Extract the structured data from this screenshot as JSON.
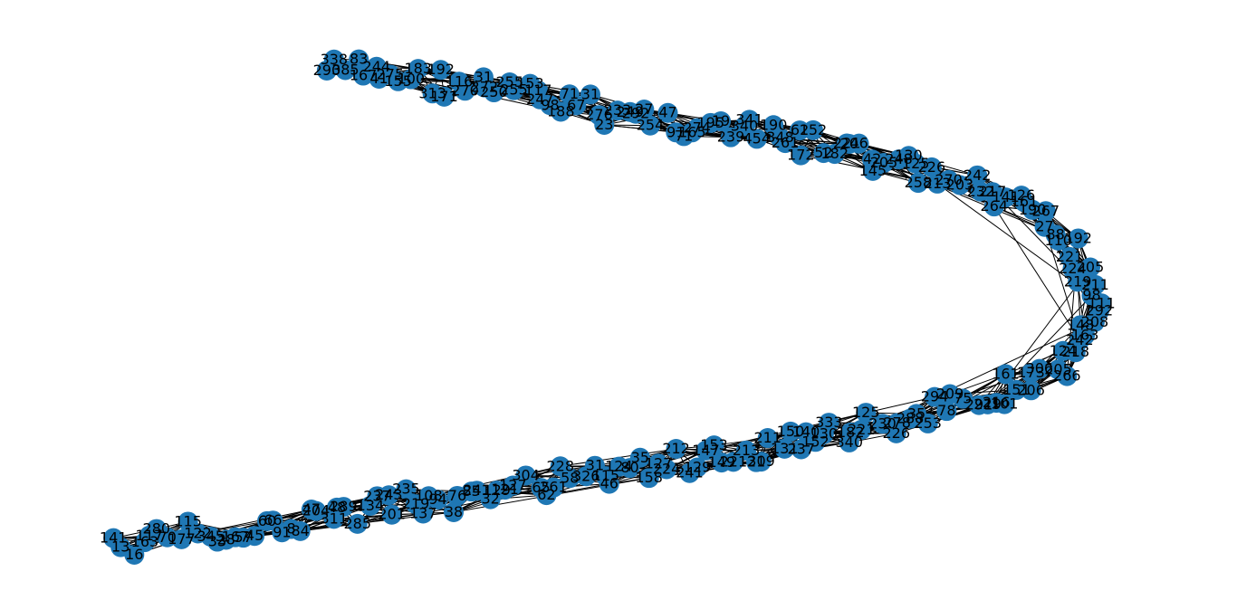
{
  "colors": {
    "node": "#1f77b4",
    "edge": "#000000",
    "label": "#000000",
    "background": "#ffffff"
  },
  "graph": {
    "layout": "band",
    "labels": [
      "290",
      "338",
      "385",
      "83",
      "167",
      "244",
      "41",
      "275",
      "155",
      "100",
      "183",
      "313",
      "192",
      "171",
      "116",
      "270",
      "31",
      "272",
      "250",
      "255",
      "255",
      "153",
      "117",
      "247",
      "98",
      "188",
      "71",
      "67",
      "31",
      "276",
      "23",
      "233",
      "249",
      "292",
      "27",
      "254",
      "47",
      "91",
      "71",
      "165",
      "274",
      "195",
      "19",
      "239",
      "340",
      "341",
      "454",
      "190",
      "348",
      "261",
      "62",
      "172",
      "152",
      "52",
      "182",
      "221",
      "20",
      "46",
      "42",
      "145",
      "205",
      "248",
      "130",
      "125",
      "258",
      "226",
      "213",
      "270",
      "203",
      "242",
      "232",
      "217",
      "264",
      "141",
      "126",
      "161",
      "190",
      "267",
      "27",
      "88",
      "110",
      "192",
      "221",
      "224",
      "205",
      "219",
      "211",
      "98",
      "111",
      "292",
      "208",
      "148",
      "163",
      "242",
      "218",
      "124",
      "266",
      "205",
      "306",
      "173",
      "206",
      "151",
      "161",
      "101",
      "216",
      "229",
      "291",
      "75",
      "209",
      "78",
      "294",
      "253",
      "35",
      "288",
      "278",
      "226",
      "230",
      "125",
      "221",
      "182",
      "340",
      "333",
      "130",
      "152",
      "140",
      "237",
      "150",
      "131",
      "211",
      "309",
      "21",
      "213",
      "221",
      "149",
      "153",
      "147",
      "129",
      "241",
      "212",
      "224",
      "127",
      "158",
      "35",
      "80",
      "124",
      "46",
      "115",
      "31",
      "326",
      "58",
      "228",
      "261",
      "62",
      "65",
      "304",
      "127",
      "121",
      "129",
      "32",
      "241",
      "85",
      "76",
      "38",
      "94",
      "108",
      "137",
      "219",
      "235",
      "201",
      "243",
      "237",
      "134",
      "285",
      "289",
      "48",
      "311",
      "204",
      "47",
      "84",
      "8",
      "91",
      "66",
      "60",
      "45",
      "57",
      "167",
      "28",
      "33",
      "345",
      "122",
      "115",
      "177",
      "70",
      "280",
      "117",
      "163",
      "16",
      "13",
      "141"
    ],
    "visible_labels": [
      "290",
      "338",
      "385",
      "83",
      "167",
      "100",
      "192",
      "311",
      "275",
      "255",
      "67",
      "276",
      "23",
      "233",
      "249",
      "47",
      "91",
      "165",
      "274",
      "195",
      "19",
      "340",
      "341",
      "454",
      "190",
      "348",
      "261",
      "62",
      "172",
      "182",
      "221",
      "20",
      "46",
      "145",
      "205",
      "248",
      "130",
      "125",
      "232",
      "217",
      "126",
      "161",
      "267",
      "27",
      "221",
      "110",
      "192",
      "205",
      "219",
      "98",
      "292",
      "208",
      "148",
      "163",
      "242",
      "218",
      "266",
      "205",
      "306",
      "173",
      "206",
      "216",
      "229",
      "291",
      "75",
      "78",
      "294",
      "253",
      "35",
      "288",
      "278",
      "226",
      "230",
      "125",
      "221",
      "182",
      "340",
      "333",
      "130",
      "152",
      "140",
      "237",
      "150",
      "241",
      "212",
      "224",
      "121",
      "129",
      "32",
      "85",
      "76",
      "38",
      "94",
      "108",
      "127",
      "158",
      "35",
      "80",
      "124",
      "46",
      "65",
      "304",
      "62",
      "228",
      "261",
      "131",
      "285",
      "289",
      "48",
      "311",
      "204",
      "47",
      "84",
      "8",
      "66",
      "60",
      "45",
      "57",
      "167",
      "28",
      "33",
      "345",
      "122",
      "115",
      "177",
      "70",
      "280",
      "117",
      "163",
      "16",
      "13"
    ]
  }
}
